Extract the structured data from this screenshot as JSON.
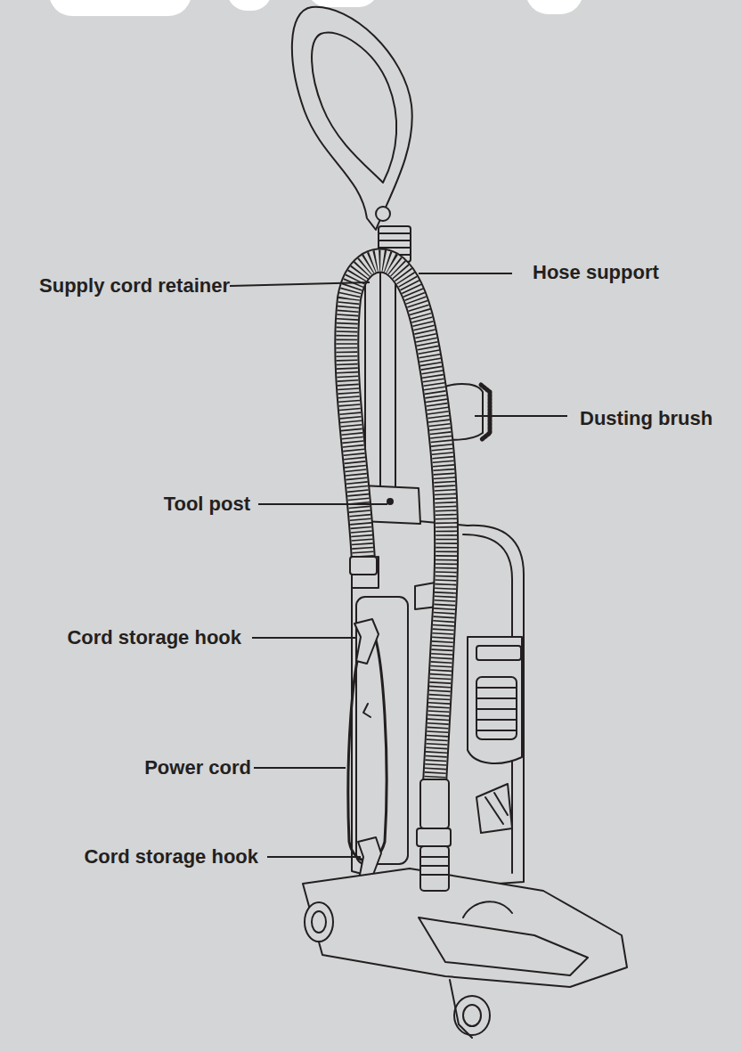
{
  "diagram": {
    "labels": [
      "Supply cord retainer",
      "Hose support",
      "Dusting brush",
      "Tool post",
      "Cord storage hook",
      "Power cord",
      "Cord storage hook"
    ]
  }
}
